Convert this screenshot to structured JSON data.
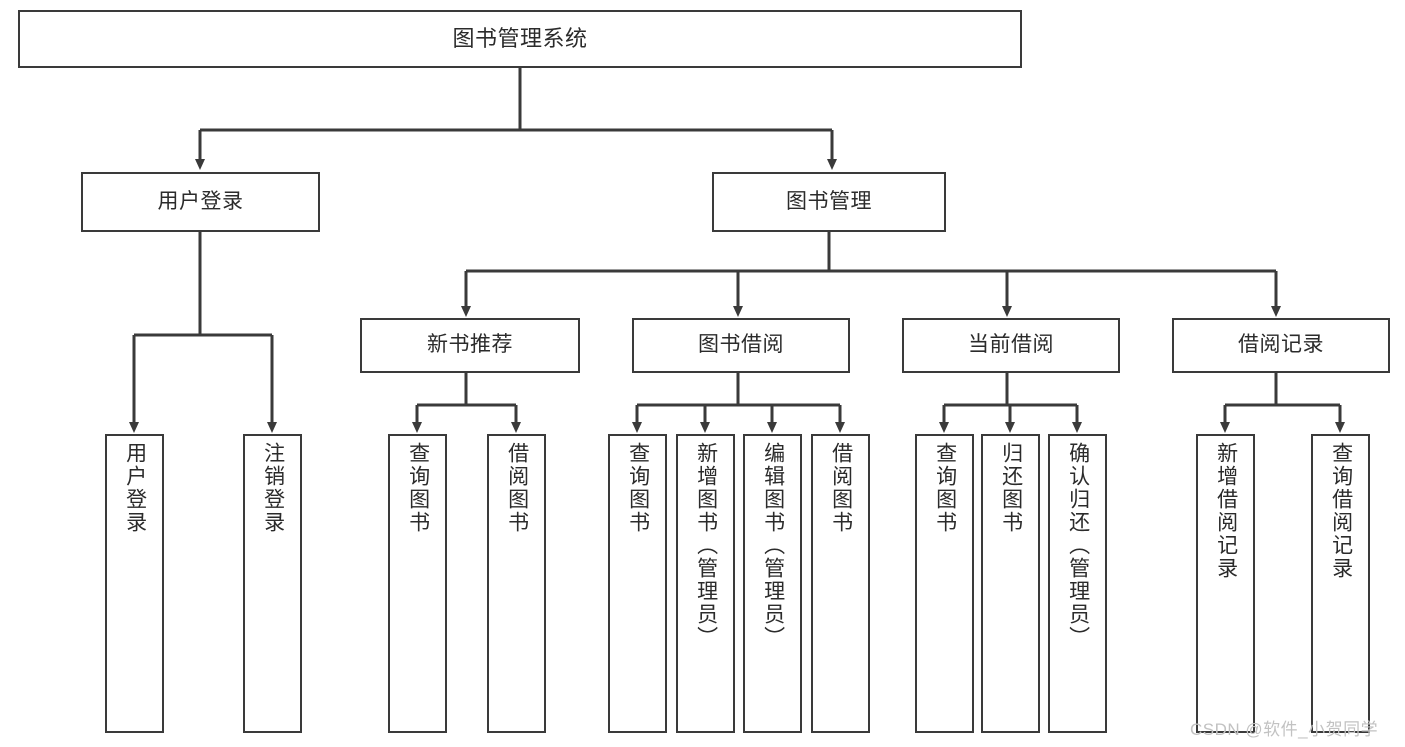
{
  "diagram": {
    "type": "tree",
    "title": "图书管理系统",
    "colors": {
      "stroke": "#3a3a3a",
      "text": "#2b2b2b",
      "background": "#ffffff",
      "watermark": "#c2c2c2"
    },
    "nodes": {
      "root": {
        "label": "图书管理系统",
        "orientation": "horizontal"
      },
      "level1": [
        {
          "id": "user-login",
          "label": "用户登录",
          "orientation": "horizontal"
        },
        {
          "id": "book-management",
          "label": "图书管理",
          "orientation": "horizontal"
        }
      ],
      "level2": [
        {
          "id": "new-book-recommend",
          "label": "新书推荐",
          "orientation": "horizontal",
          "parent": "book-management"
        },
        {
          "id": "book-borrow",
          "label": "图书借阅",
          "orientation": "horizontal",
          "parent": "book-management"
        },
        {
          "id": "current-borrow",
          "label": "当前借阅",
          "orientation": "horizontal",
          "parent": "book-management"
        },
        {
          "id": "borrow-record",
          "label": "借阅记录",
          "orientation": "horizontal",
          "parent": "book-management"
        }
      ],
      "leaves": [
        {
          "id": "leaf-user-login",
          "label": "用户登录",
          "parent": "user-login"
        },
        {
          "id": "leaf-user-logout",
          "label": "注销登录",
          "parent": "user-login"
        },
        {
          "id": "leaf-query-book-1",
          "label": "查询图书",
          "parent": "new-book-recommend"
        },
        {
          "id": "leaf-borrow-book-1",
          "label": "借阅图书",
          "parent": "new-book-recommend"
        },
        {
          "id": "leaf-query-book-2",
          "label": "查询图书",
          "parent": "book-borrow"
        },
        {
          "id": "leaf-add-book",
          "label": "新增图书（管理员）",
          "parent": "book-borrow"
        },
        {
          "id": "leaf-edit-book",
          "label": "编辑图书（管理员）",
          "parent": "book-borrow"
        },
        {
          "id": "leaf-borrow-book-2",
          "label": "借阅图书",
          "parent": "book-borrow"
        },
        {
          "id": "leaf-query-book-3",
          "label": "查询图书",
          "parent": "current-borrow"
        },
        {
          "id": "leaf-return-book",
          "label": "归还图书",
          "parent": "current-borrow"
        },
        {
          "id": "leaf-confirm-return",
          "label": "确认归还（管理员）",
          "parent": "current-borrow"
        },
        {
          "id": "leaf-add-record",
          "label": "新增借阅记录",
          "parent": "borrow-record"
        },
        {
          "id": "leaf-query-record",
          "label": "查询借阅记录",
          "parent": "borrow-record"
        }
      ]
    },
    "watermark": "CSDN @软件_小贺同学"
  }
}
